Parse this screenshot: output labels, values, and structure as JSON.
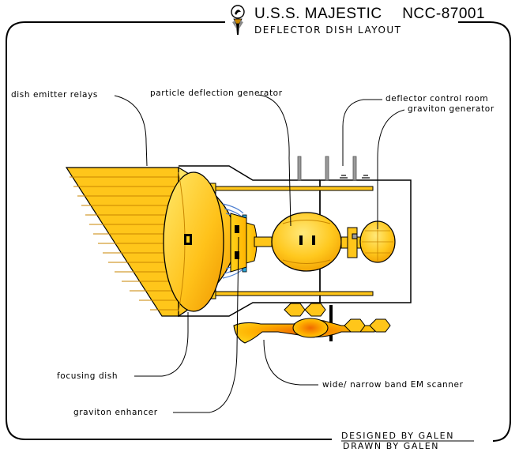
{
  "header": {
    "ship_name": "U.S.S. MAJESTIC",
    "registry": "NCC-87001",
    "subtitle": "DEFLECTOR DISH LAYOUT"
  },
  "labels": {
    "dish_emitter_relays": "dish emitter relays",
    "particle_deflection_generator": "particle deflection generator",
    "deflector_control_room": "deflector control room",
    "graviton_generator": "graviton generator",
    "focusing_dish": "focusing dish",
    "wide_narrow_scanner": "wide/ narrow band EM scanner",
    "graviton_enhancer": "graviton enhancer"
  },
  "credits": {
    "designed_by": "DESIGNED BY GALEN",
    "drawn_by": "DRAWN BY GALEN"
  },
  "colors": {
    "gold": "#ffd21a",
    "gold_dark": "#f2a800",
    "blue_ring": "#2aa7d8",
    "lens_blue": "#4d7fd0",
    "outline": "#000000"
  }
}
